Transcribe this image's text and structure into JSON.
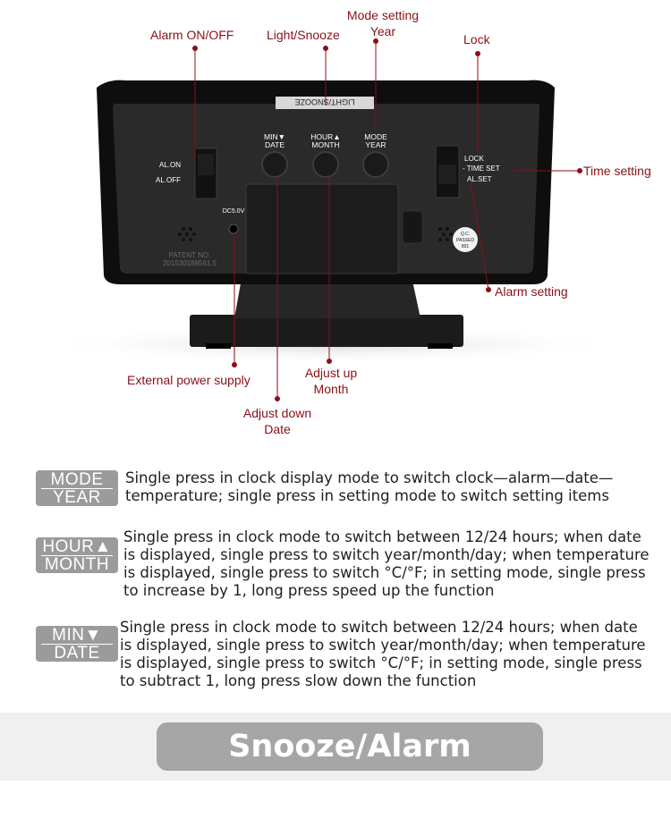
{
  "device": {
    "top_label": "LIGHT/SNOOZE",
    "buttons": [
      {
        "line1": "MIN▼",
        "line2": "DATE"
      },
      {
        "line1": "HOUR▲",
        "line2": "MONTH"
      },
      {
        "line1": "MODE",
        "line2": "YEAR"
      }
    ],
    "alarm_switch": {
      "on": "AL.ON",
      "off": "AL.OFF"
    },
    "mode_switch": {
      "lock": "LOCK",
      "time_set": "- TIME SET",
      "al_set": "AL.SET"
    },
    "power_label": "DC5.0V",
    "patent_line1": "PATENT NO.",
    "patent_line2": "201530188561.5",
    "qc_sticker": {
      "line1": "Q.C.",
      "line2": "PASSED",
      "line3": "801"
    }
  },
  "callouts": {
    "alarm_on_off": "Alarm ON/OFF",
    "light_snooze": "Light/Snooze",
    "mode_setting_l1": "Mode setting",
    "mode_setting_l2": "Year",
    "lock": "Lock",
    "time_setting": "Time setting",
    "alarm_setting": "Alarm setting",
    "external_power": "External power supply",
    "adjust_up_l1": "Adjust up",
    "adjust_up_l2": "Month",
    "adjust_down_l1": "Adjust down",
    "adjust_down_l2": "Date"
  },
  "descriptions": [
    {
      "badge_l1": "MODE",
      "badge_l2": "YEAR",
      "lines": [
        "Single press in clock display mode to switch clock—alarm—date—",
        "temperature; single press in setting mode to switch setting items"
      ]
    },
    {
      "badge_l1": "HOUR▲",
      "badge_l2": "MONTH",
      "lines": [
        "Single press in clock mode to switch between 12/24 hours; when date",
        "is displayed, single press to switch year/month/day; when temperature",
        "is displayed, single press to switch °C/°F; in setting mode, single press",
        "to increase by 1, long press speed up the function"
      ]
    },
    {
      "badge_l1": "MIN▼",
      "badge_l2": "DATE",
      "lines": [
        "Single press in clock mode to switch between 12/24 hours; when date",
        "is displayed, single press to switch year/month/day; when temperature",
        "is displayed, single press to switch °C/°F; in setting mode, single press",
        "to subtract 1, long press slow down the function"
      ]
    }
  ],
  "banner": {
    "title": "Snooze/Alarm function"
  },
  "colors": {
    "callout": "#8b0f16",
    "badge": "#9b9b9b",
    "banner_pill": "#a6a6a6"
  }
}
